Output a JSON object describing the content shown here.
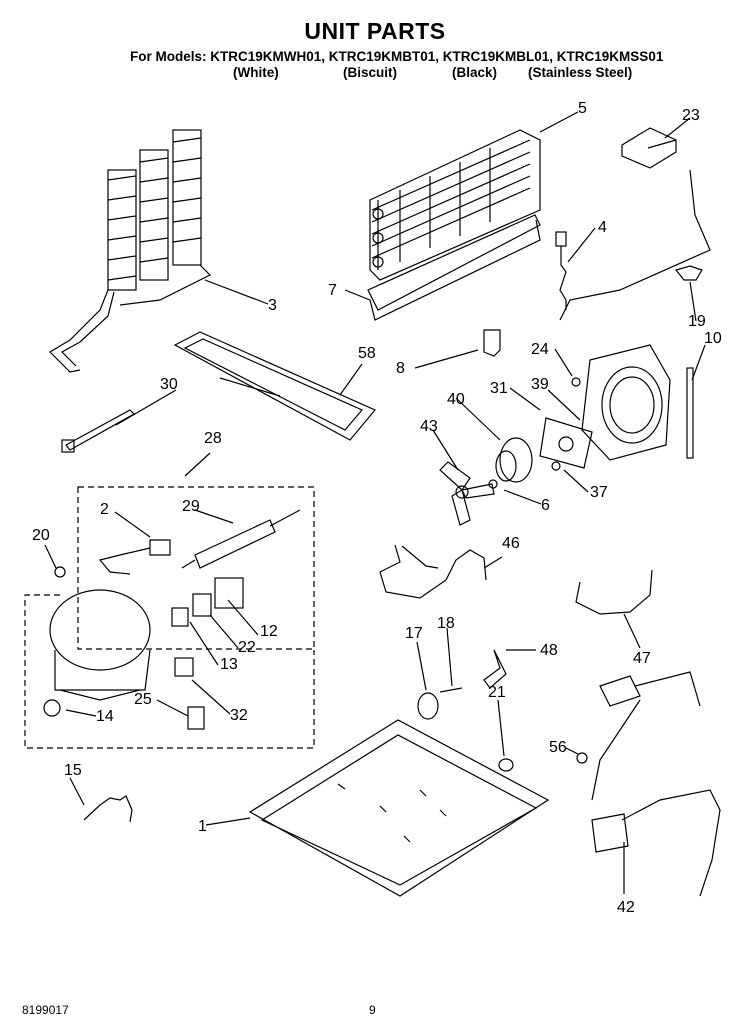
{
  "header": {
    "title": "UNIT PARTS",
    "models": "For Models: KTRC19KMWH01, KTRC19KMBT01, KTRC19KMBL01, KTRC19KMSS01",
    "variants": [
      "(White)",
      "(Biscuit)",
      "(Black)",
      "(Stainless Steel)"
    ]
  },
  "callouts": {
    "c1": "1",
    "c2": "2",
    "c3": "3",
    "c4": "4",
    "c5": "5",
    "c6": "6",
    "c7": "7",
    "c8": "8",
    "c10": "10",
    "c12": "12",
    "c13": "13",
    "c14": "14",
    "c15": "15",
    "c17": "17",
    "c18": "18",
    "c19": "19",
    "c20": "20",
    "c21": "21",
    "c22": "22",
    "c23": "23",
    "c24": "24",
    "c25": "25",
    "c28": "28",
    "c29": "29",
    "c30": "30",
    "c31": "31",
    "c32": "32",
    "c37": "37",
    "c39": "39",
    "c40": "40",
    "c42": "42",
    "c43": "43",
    "c46": "46",
    "c47": "47",
    "c48": "48",
    "c56": "56",
    "c58": "58"
  },
  "footer": {
    "doc_number": "8199017",
    "page_number": "9"
  }
}
